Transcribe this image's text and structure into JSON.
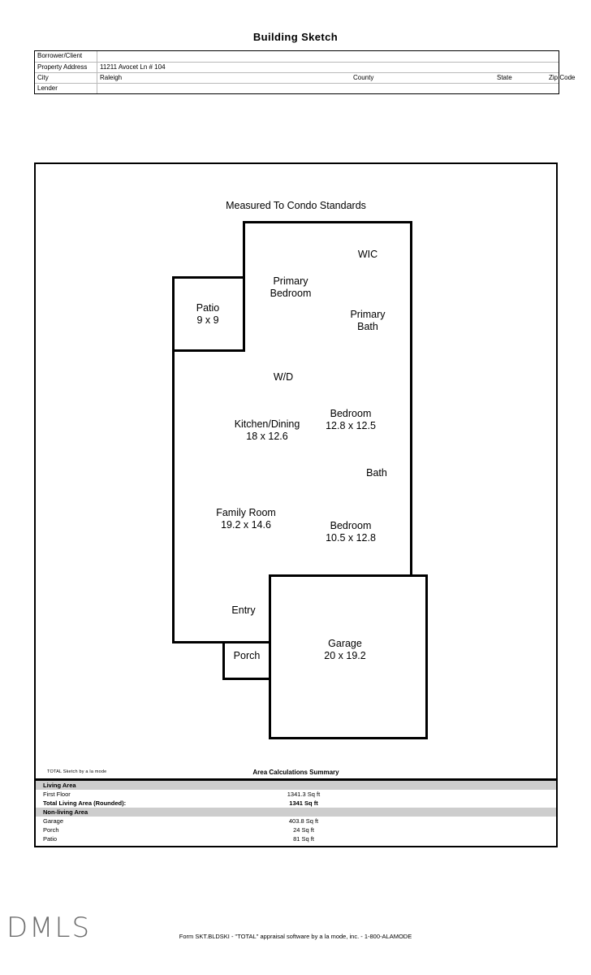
{
  "document": {
    "title": "Building Sketch",
    "form_footer": "Form SKT.BLDSKI - \"TOTAL\" appraisal software by a la mode, inc. - 1-800-ALAMODE",
    "watermark": "DMLS"
  },
  "header_table": {
    "rows": [
      {
        "label": "Borrower/Client",
        "value": ""
      },
      {
        "label": "Property Address",
        "value": "11211 Avocet Ln # 104"
      },
      {
        "label": "City",
        "value": "Raleigh"
      },
      {
        "label": "Lender",
        "value": ""
      }
    ],
    "city_row_labels": {
      "county": "County",
      "state": "State",
      "zip": "Zip Code"
    }
  },
  "sketch": {
    "measured_note": "Measured To Condo Standards",
    "credit": "TOTAL Sketch by a la mode",
    "rooms": [
      {
        "name": "WIC",
        "dimensions": ""
      },
      {
        "name": "Primary Bedroom",
        "line1": "Primary",
        "line2": "Bedroom",
        "dimensions": ""
      },
      {
        "name": "Primary Bath",
        "line1": "Primary",
        "line2": "Bath",
        "dimensions": ""
      },
      {
        "name": "Patio",
        "line1": "Patio",
        "dimensions": "9 x 9"
      },
      {
        "name": "W/D",
        "line1": "W/D",
        "dimensions": ""
      },
      {
        "name": "Kitchen/Dining",
        "line1": "Kitchen/Dining",
        "dimensions": "18 x 12.6"
      },
      {
        "name": "Bedroom 1",
        "line1": "Bedroom",
        "dimensions": "12.8 x 12.5"
      },
      {
        "name": "Bath",
        "line1": "Bath",
        "dimensions": ""
      },
      {
        "name": "Family Room",
        "line1": "Family Room",
        "dimensions": "19.2 x 14.6"
      },
      {
        "name": "Bedroom 2",
        "line1": "Bedroom",
        "dimensions": "10.5 x 12.8"
      },
      {
        "name": "Entry",
        "line1": "Entry",
        "dimensions": ""
      },
      {
        "name": "Porch",
        "line1": "Porch",
        "dimensions": ""
      },
      {
        "name": "Garage",
        "line1": "Garage",
        "dimensions": "20 x 19.2"
      }
    ]
  },
  "area_summary": {
    "title": "Area Calculations Summary",
    "sections": [
      {
        "heading": "Living Area",
        "rows": [
          {
            "label": "First Floor",
            "value": "1341.3 Sq ft",
            "bold": false
          },
          {
            "label": "Total Living Area (Rounded):",
            "value": "1341 Sq ft",
            "bold": true
          }
        ]
      },
      {
        "heading": "Non-living Area",
        "rows": [
          {
            "label": "Garage",
            "value": "403.8 Sq ft",
            "bold": false
          },
          {
            "label": "Porch",
            "value": "24 Sq ft",
            "bold": false
          },
          {
            "label": "Patio",
            "value": "81 Sq ft",
            "bold": false
          }
        ]
      }
    ]
  }
}
